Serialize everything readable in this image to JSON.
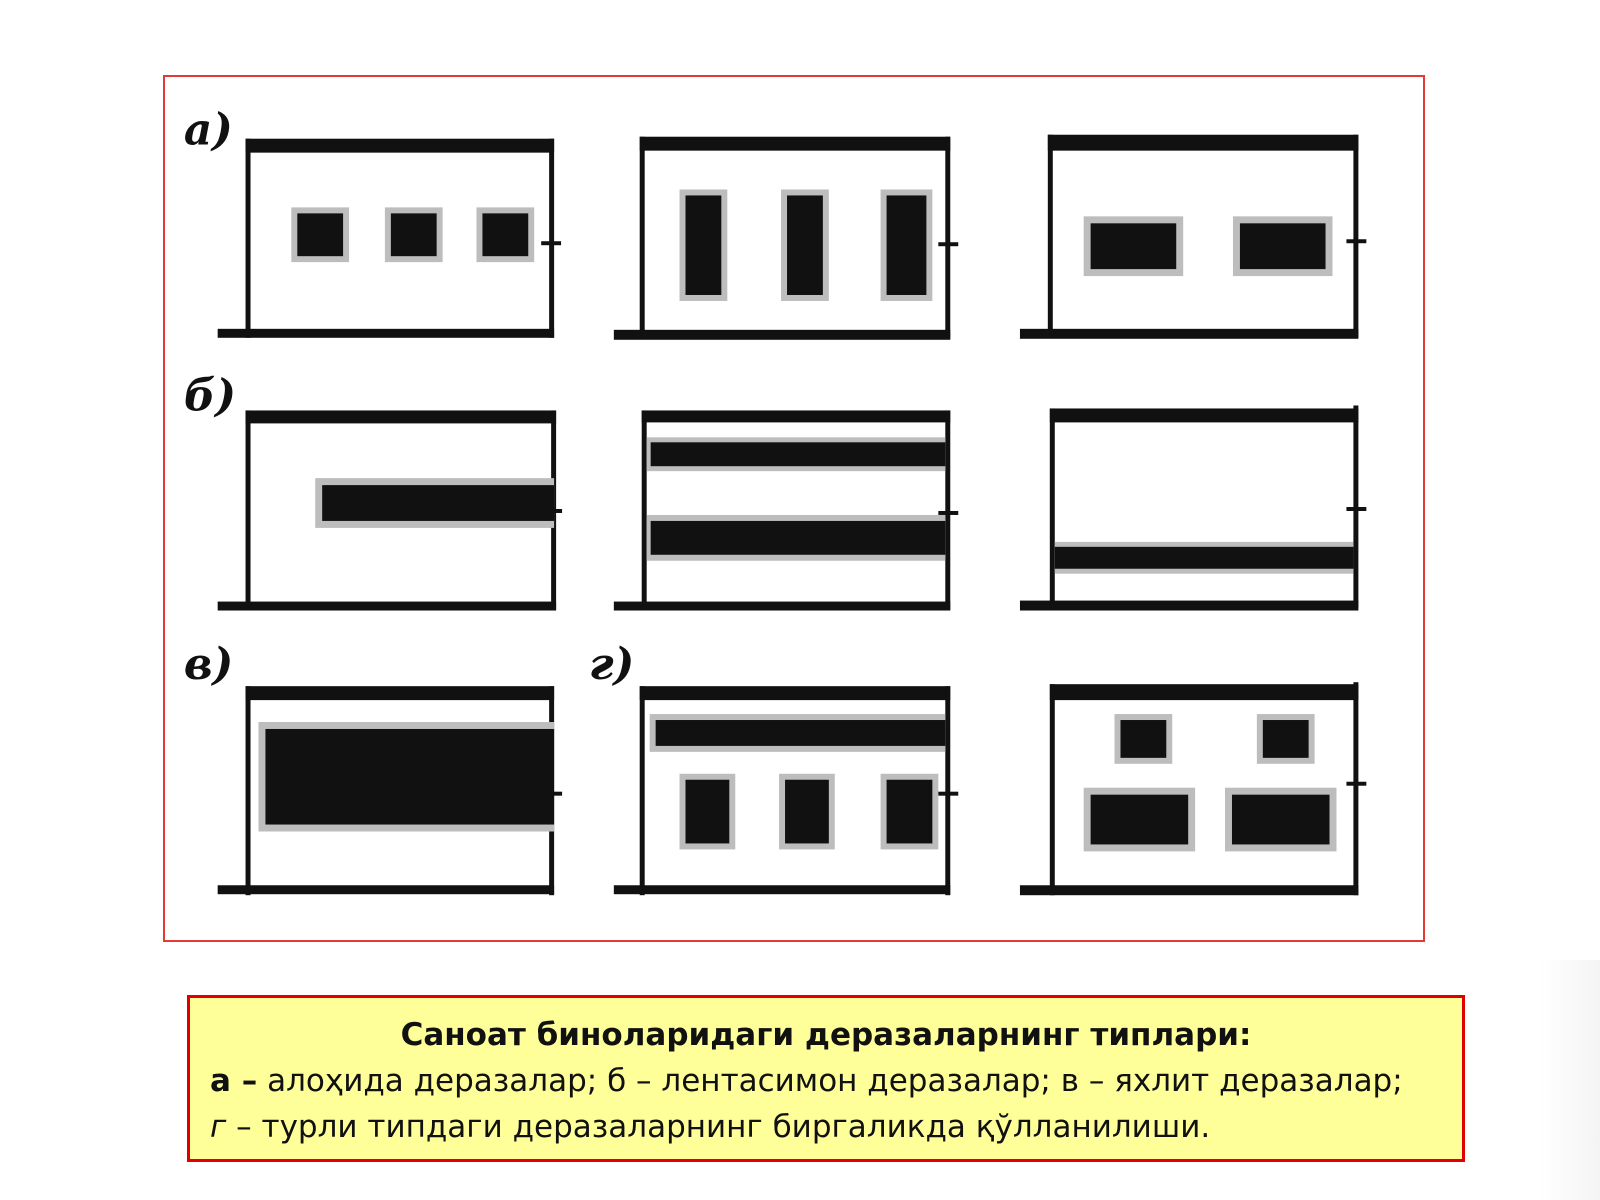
{
  "figure": {
    "panel_labels": {
      "a": "а)",
      "b": "б)",
      "v": "в)",
      "g": "г)"
    },
    "colors": {
      "frame_border": "#e53935",
      "ink": "#111111",
      "window_halo": "#9e9e9e"
    }
  },
  "caption": {
    "title": "Саноат биноларидаги деразаларнинг типлари:",
    "line1_a_key": "а –",
    "line1_a_text": " алоҳида деразалар; ",
    "line1_b_key": "б",
    "line1_b_text": " – лентасимон деразалар; ",
    "line1_v_key": "в",
    "line1_v_text": " – яхлит деразалар;",
    "line2_g_key": "г",
    "line2_g_text": " – турли типдаги деразаларнинг биргаликда қўлланилиши.",
    "colors": {
      "background": "#ffff99",
      "border": "#e00000"
    }
  }
}
